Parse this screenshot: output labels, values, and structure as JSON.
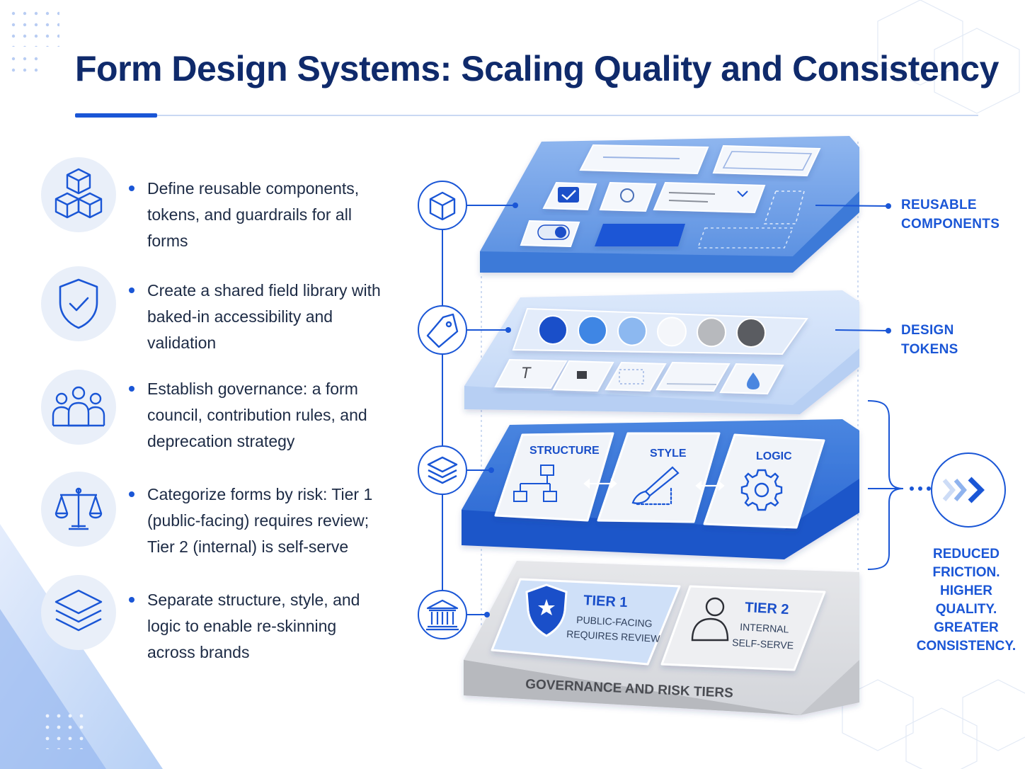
{
  "title": "Form Design Systems: Scaling Quality and Consistency",
  "bullets": [
    {
      "icon": "cubes-icon",
      "lines": [
        "Define reusable components,",
        "tokens, and guardrails for all forms"
      ]
    },
    {
      "icon": "shield-check-icon",
      "lines": [
        "Create a shared field library with",
        "baked-in accessibility and validation"
      ]
    },
    {
      "icon": "people-group-icon",
      "lines": [
        "Establish governance: a form",
        "council, contribution rules, and",
        "deprecation strategy"
      ]
    },
    {
      "icon": "scales-icon",
      "lines": [
        "Categorize forms by risk: Tier 1",
        "(public-facing) requires review;",
        "Tier 2 (internal) is self-serve"
      ]
    },
    {
      "icon": "layers-icon",
      "lines": [
        "Separate structure, style, and",
        "logic to enable re-skinning",
        "across brands"
      ]
    }
  ],
  "layers": {
    "components": {
      "label_lines": [
        "REUSABLE",
        "COMPONENTS"
      ],
      "icon": "cube-icon"
    },
    "tokens": {
      "label_lines": [
        "DESIGN",
        "TOKENS"
      ],
      "icon": "tag-icon",
      "swatches": [
        "#1a4fc9",
        "#3f86e4",
        "#8cb8f0",
        "#f4f6fa",
        "#b7b9bd",
        "#5a5c61"
      ]
    },
    "separation": {
      "icon": "layers-icon",
      "cards": [
        "STRUCTURE",
        "STYLE",
        "LOGIC"
      ]
    },
    "governance": {
      "icon": "bank-icon",
      "label": "GOVERNANCE AND RISK TIERS",
      "tier1": {
        "title": "TIER 1",
        "lines": [
          "PUBLIC-FACING",
          "REQUIRES REVIEW"
        ]
      },
      "tier2": {
        "title": "TIER 2",
        "lines": [
          "INTERNAL",
          "SELF-SERVE"
        ]
      }
    }
  },
  "result": {
    "lines": [
      "REDUCED",
      "FRICTION.",
      "HIGHER",
      "QUALITY.",
      "GREATER",
      "CONSISTENCY."
    ],
    "icon": "chevrons-right-icon"
  },
  "colors": {
    "primary": "#1a56d6",
    "navy": "#0f2a6b",
    "light_blue": "#e9eff9",
    "gray": "#c9cbd0"
  }
}
